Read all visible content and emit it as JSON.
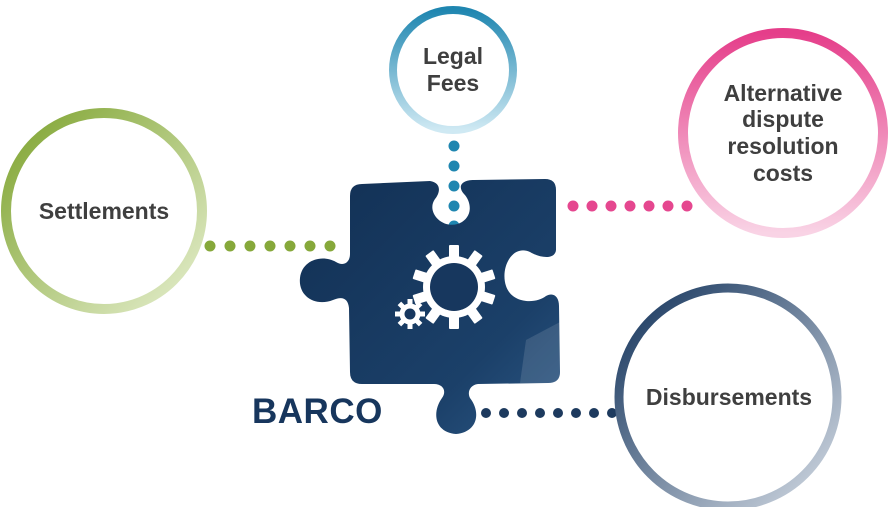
{
  "brand": {
    "name": "BARCO"
  },
  "nodes": {
    "legal_fees": {
      "label": "Legal\nFees"
    },
    "adr_costs": {
      "label": "Alternative\ndispute\nresolution\ncosts"
    },
    "settlements": {
      "label": "Settlements"
    },
    "disbursements": {
      "label": "Disbursements"
    }
  },
  "colors": {
    "puzzle": "#17375e",
    "legal_fees": "#2589b1",
    "adr_costs": "#e5478f",
    "settlements": "#86a83a",
    "disbursements": "#1d3a5e",
    "text": "#3f3f3f"
  },
  "icons": [
    "puzzle-piece-icon",
    "large-gear-icon",
    "small-gear-icon"
  ]
}
